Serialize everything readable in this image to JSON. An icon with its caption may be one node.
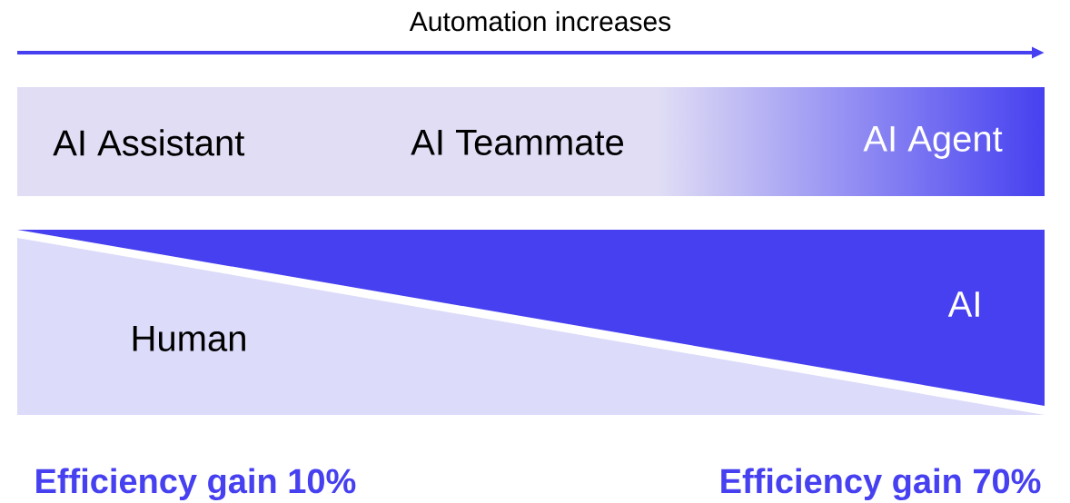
{
  "diagram": {
    "nodes": [
      {
        "text": [
          "AI Assistant",
          "AI Teammate",
          "AI Agent"
        ]
      },
      {
        "text": [
          "Human"
        ]
      },
      {
        "text": [
          "AI"
        ]
      }
    ],
    "labels": [
      "Automation increases",
      "Efficiency gain 10%",
      "Efficiency gain 70%"
    ]
  }
}
